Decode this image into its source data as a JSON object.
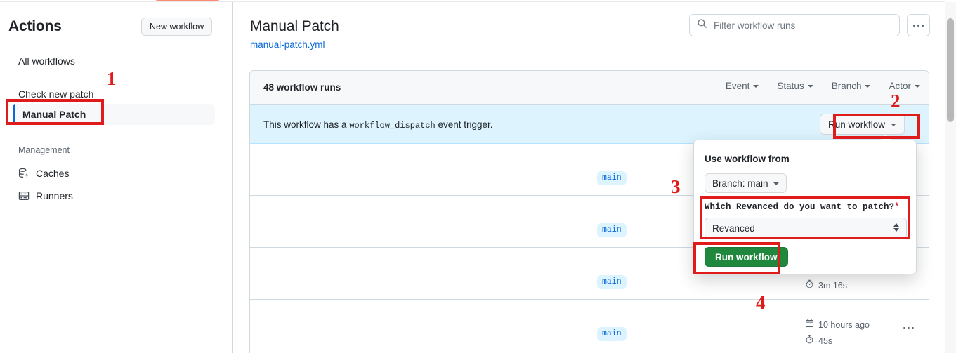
{
  "sidebar": {
    "title": "Actions",
    "new_workflow_label": "New workflow",
    "all_workflows_label": "All workflows",
    "workflows": [
      {
        "label": "Check new patch",
        "selected": false
      },
      {
        "label": "Manual Patch",
        "selected": true
      }
    ],
    "management_heading": "Management",
    "management_items": [
      {
        "label": "Caches",
        "icon": "cache-icon"
      },
      {
        "label": "Runners",
        "icon": "server-icon"
      }
    ]
  },
  "header": {
    "page_title": "Manual Patch",
    "workflow_file": "manual-patch.yml",
    "search": {
      "placeholder": "Filter workflow runs",
      "value": "",
      "icon": "search-icon"
    },
    "kebab_icon": "kebab-horizontal-icon"
  },
  "runs": {
    "count_label": "48 workflow runs",
    "filters": [
      {
        "label": "Event"
      },
      {
        "label": "Status"
      },
      {
        "label": "Branch"
      },
      {
        "label": "Actor"
      }
    ],
    "dispatch_banner": {
      "text_before": "This workflow has a",
      "code": "workflow_dispatch",
      "text_after": "event trigger.",
      "run_button_label": "Run workflow"
    },
    "rows": [
      {
        "branch": "main",
        "timestamp": "",
        "duration": "",
        "kebab": ""
      },
      {
        "branch": "main",
        "timestamp": "",
        "duration": "",
        "kebab": ""
      },
      {
        "branch": "main",
        "timestamp": "",
        "duration": "3m 16s",
        "kebab": ""
      },
      {
        "branch": "main",
        "timestamp": "10 hours ago",
        "duration": "45s",
        "kebab": "kebab-horizontal-icon"
      }
    ]
  },
  "popover": {
    "use_workflow_from_label": "Use workflow from",
    "branch_button_label": "Branch: main",
    "input_label": "Which Revanced do you want to patch?",
    "required_marker": "*",
    "select_value": "Revanced",
    "select_options": [
      "Revanced"
    ],
    "submit_label": "Run workflow"
  },
  "annotations": [
    {
      "number": "1"
    },
    {
      "number": "2"
    },
    {
      "number": "3"
    },
    {
      "number": "4"
    }
  ],
  "colors": {
    "accent_blue": "#0969da",
    "green": "#1f883d",
    "annotation_red": "#e01b1b",
    "banner_blue": "#ddf4ff",
    "border": "#d1d9e0"
  }
}
